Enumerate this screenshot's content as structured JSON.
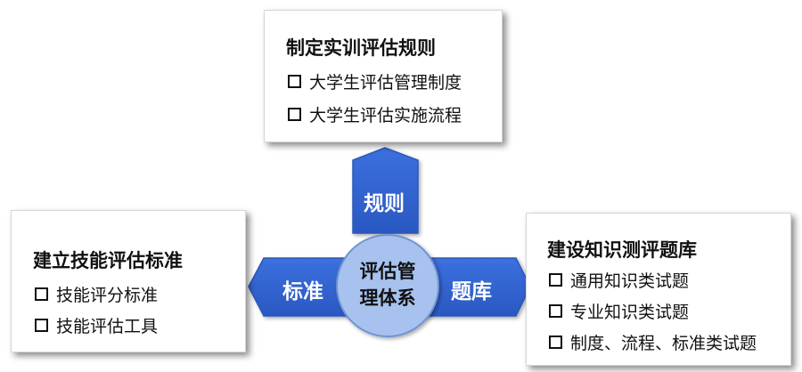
{
  "center": {
    "line1": "评估管",
    "line2": "理体系"
  },
  "arms": {
    "top": "规则",
    "left": "标准",
    "right": "题库"
  },
  "cards": {
    "top": {
      "title": "制定实训评估规则",
      "items": [
        "大学生评估管理制度",
        "大学生评估实施流程"
      ]
    },
    "left": {
      "title": "建立技能评估标准",
      "items": [
        "技能评分标准",
        "技能评估工具"
      ]
    },
    "right": {
      "title": "建设知识测评题库",
      "items": [
        "通用知识类试题",
        "专业知识类试题",
        "制度、流程、标准类试题"
      ]
    }
  },
  "colors": {
    "arrow": "#2f63d2",
    "arrow_edge": "#2b58b8",
    "circle": "#a7c2ee",
    "circle_edge": "#6f93d4"
  }
}
